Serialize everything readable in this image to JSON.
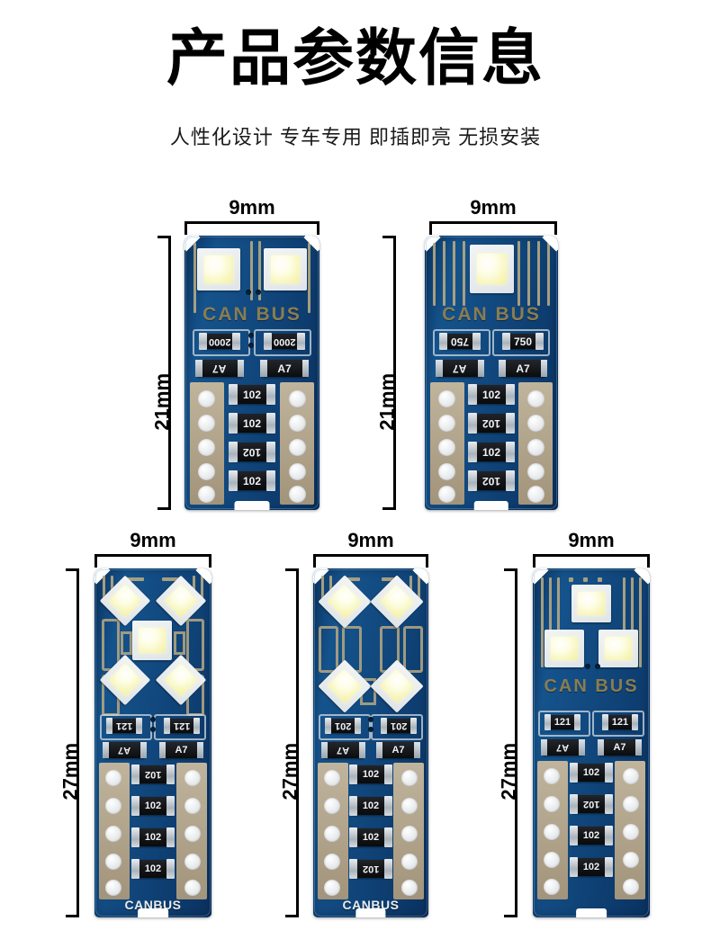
{
  "header": {
    "title": "产品参数信息",
    "subtitle": "人性化设计 专车专用 即插即亮 无损安装"
  },
  "labels": {
    "width_9mm": "9mm",
    "height_21mm": "21mm",
    "height_27mm": "27mm"
  },
  "common": {
    "canbus_spaced": "CAN BUS",
    "canbus_solid": "CANBUS",
    "diode_code": "A7",
    "resistor_102": "102"
  },
  "products": [
    {
      "id": "bulb-1",
      "row": "top",
      "width_label": "9mm",
      "height_label": "21mm",
      "led_count": 2,
      "led_layout": "two-up",
      "silkscreen_top": "CAN BUS",
      "silkscreen_bottom": "",
      "top_resistors": [
        "2000",
        "2000"
      ],
      "diodes": [
        "A7",
        "A7"
      ],
      "bottom_resistors": [
        "102",
        "102",
        "102",
        "102"
      ],
      "pad_holes_per_side": 5
    },
    {
      "id": "bulb-2",
      "row": "top",
      "width_label": "9mm",
      "height_label": "21mm",
      "led_count": 1,
      "led_layout": "single-center",
      "silkscreen_top": "CAN BUS",
      "silkscreen_bottom": "",
      "top_resistors": [
        "750",
        "750"
      ],
      "diodes": [
        "A7",
        "A7"
      ],
      "bottom_resistors": [
        "102",
        "102",
        "102",
        "102"
      ],
      "pad_holes_per_side": 5
    },
    {
      "id": "bulb-3",
      "row": "bottom",
      "width_label": "9mm",
      "height_label": "27mm",
      "led_count": 5,
      "led_layout": "diamond-five",
      "silkscreen_top": "",
      "silkscreen_bottom": "CANBUS",
      "top_resistors": [
        "121",
        "121"
      ],
      "diodes": [
        "A7",
        "A7"
      ],
      "bottom_resistors": [
        "102",
        "102",
        "102",
        "102"
      ],
      "pad_holes_per_side": 5
    },
    {
      "id": "bulb-4",
      "row": "bottom",
      "width_label": "9mm",
      "height_label": "27mm",
      "led_count": 4,
      "led_layout": "diamond-four",
      "silkscreen_top": "",
      "silkscreen_bottom": "CANBUS",
      "top_resistors": [
        "201",
        "201"
      ],
      "diodes": [
        "A7",
        "A7"
      ],
      "bottom_resistors": [
        "102",
        "102",
        "102",
        "102"
      ],
      "pad_holes_per_side": 5
    },
    {
      "id": "bulb-5",
      "row": "bottom",
      "width_label": "9mm",
      "height_label": "27mm",
      "led_count": 3,
      "led_layout": "triangle-three",
      "silkscreen_top": "CAN BUS",
      "silkscreen_bottom": "",
      "top_resistors": [
        "121",
        "121"
      ],
      "diodes": [
        "A7",
        "A7"
      ],
      "bottom_resistors": [
        "102",
        "102",
        "102",
        "102"
      ],
      "pad_holes_per_side": 5
    }
  ],
  "colors": {
    "background": "#ffffff",
    "pcb_blue": "#10457a",
    "silkscreen_gold": "#8a7d52",
    "silkscreen_white": "#e8edf2",
    "pad_tan": "#b0a286",
    "led_phosphor": "#f7f5b8",
    "text_black": "#000000"
  }
}
